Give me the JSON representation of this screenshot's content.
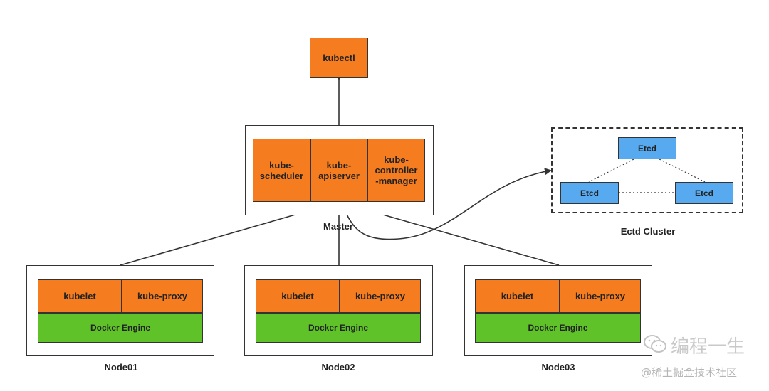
{
  "kubectl": {
    "label": "kubectl"
  },
  "master": {
    "caption": "Master",
    "components": [
      {
        "label": "kube-\nscheduler"
      },
      {
        "label": "kube-\napiserver"
      },
      {
        "label": "kube-\ncontroller\n-manager"
      }
    ]
  },
  "etcd": {
    "caption": "Ectd Cluster",
    "top": "Etcd",
    "left": "Etcd",
    "right": "Etcd"
  },
  "nodes": [
    {
      "caption": "Node01",
      "kubelet": "kubelet",
      "proxy": "kube-proxy",
      "engine": "Docker Engine"
    },
    {
      "caption": "Node02",
      "kubelet": "kubelet",
      "proxy": "kube-proxy",
      "engine": "Docker Engine"
    },
    {
      "caption": "Node03",
      "kubelet": "kubelet",
      "proxy": "kube-proxy",
      "engine": "Docker Engine"
    }
  ],
  "watermark": {
    "icon": "wechat-icon",
    "line1": "编程一生",
    "line2": "@稀土掘金技术社区"
  },
  "colors": {
    "component": "#f57c1f",
    "engine": "#5fc229",
    "etcd": "#58aaf0"
  }
}
